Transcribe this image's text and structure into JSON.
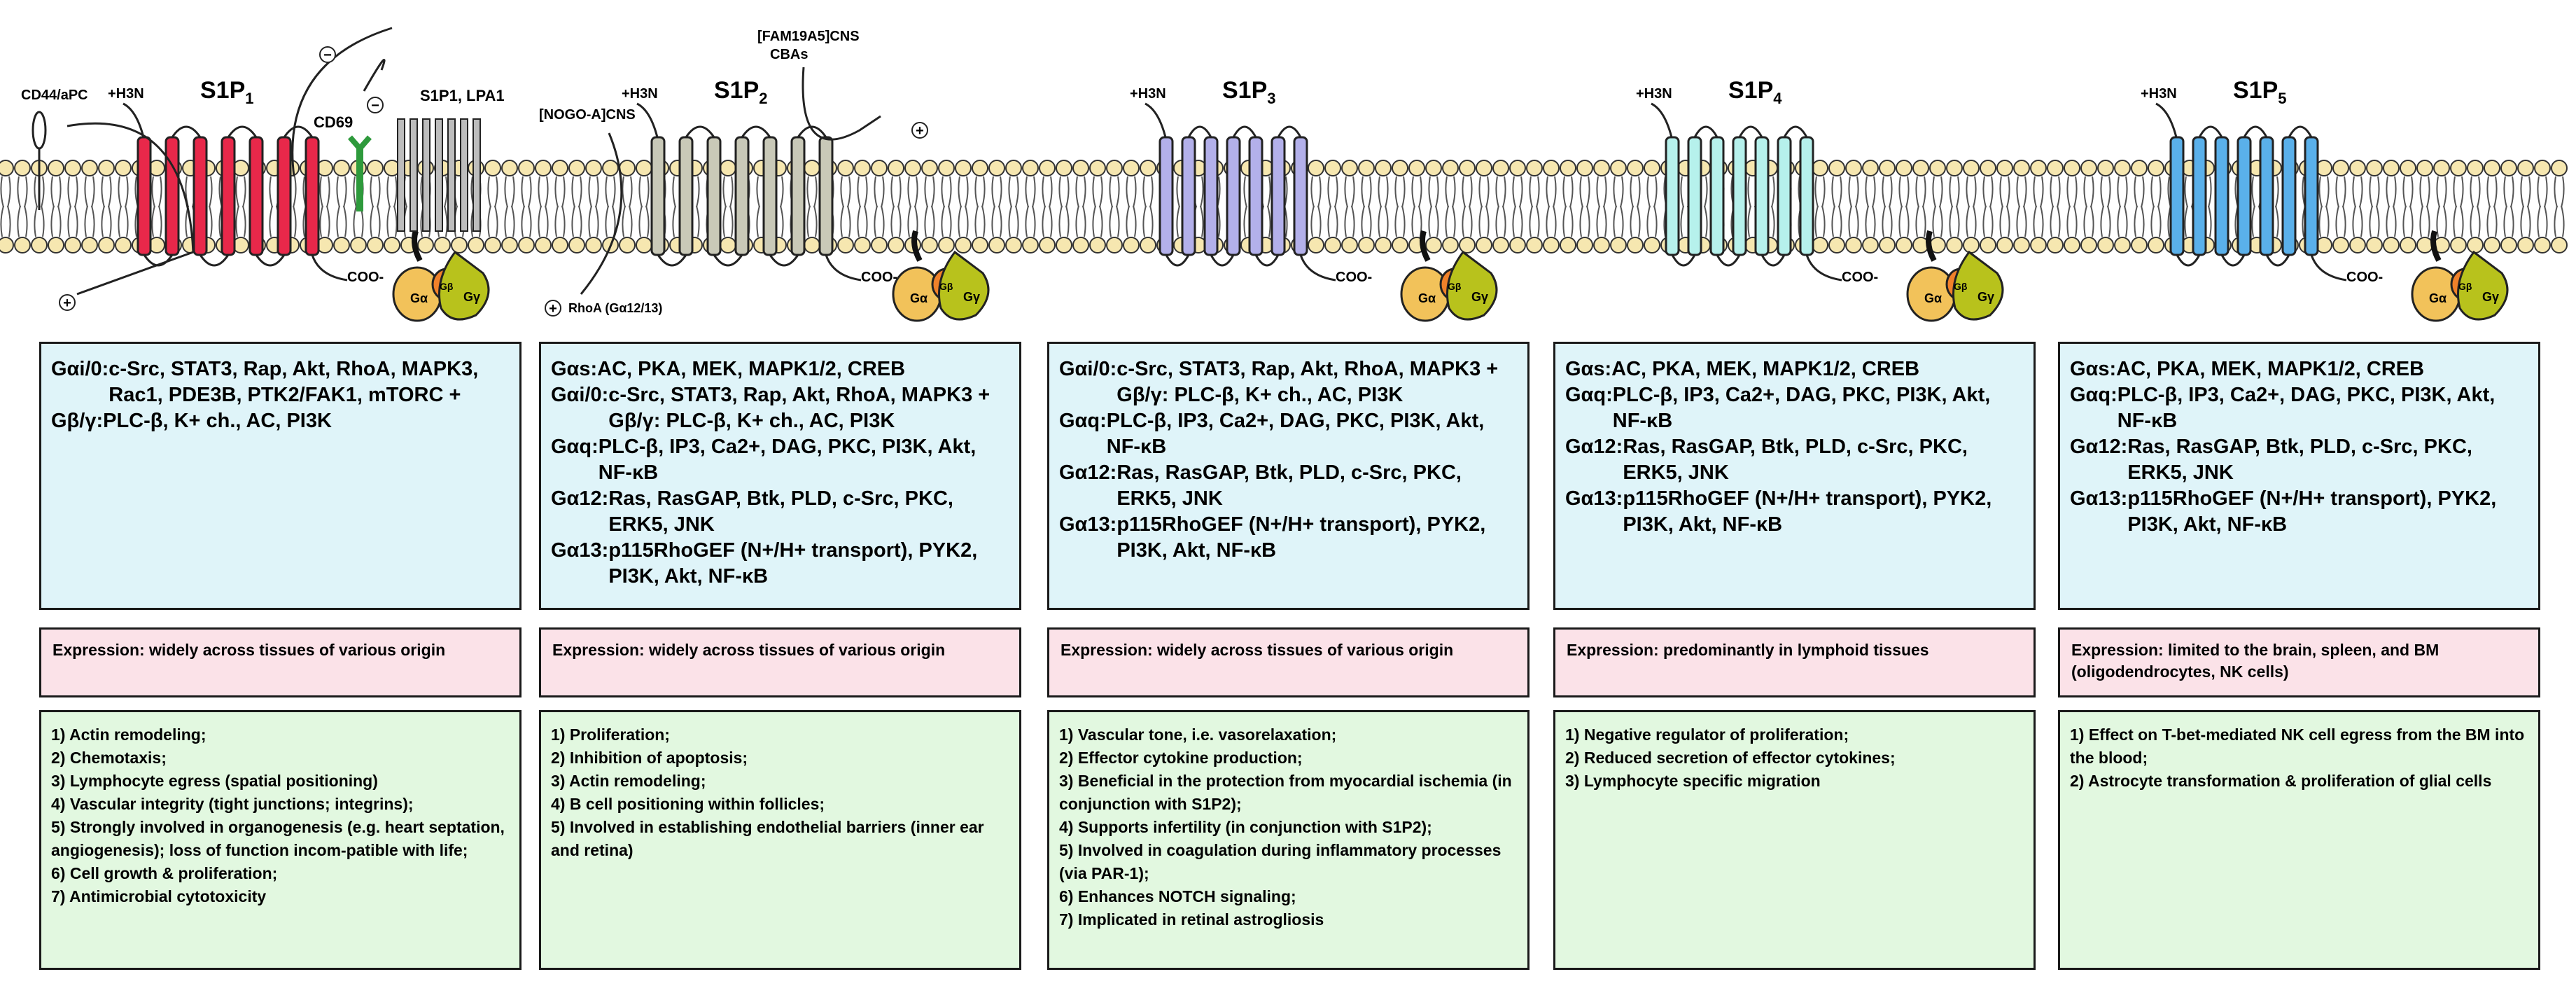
{
  "receptors": [
    {
      "name": "S1P",
      "sub": "1"
    },
    {
      "name": "S1P",
      "sub": "2"
    },
    {
      "name": "S1P",
      "sub": "3"
    },
    {
      "name": "S1P",
      "sub": "4"
    },
    {
      "name": "S1P",
      "sub": "5"
    }
  ],
  "colors": {
    "helix": [
      "#e8284a",
      "#c9c9b8",
      "#b3b0ea",
      "#b6f1ec",
      "#5ab0ea"
    ],
    "lipid_head": "#f6e7b0",
    "g_alpha": "#f2c25a",
    "g_beta": "#f0812a",
    "g_gamma": "#b8c21c",
    "cd69": "#2e9a3c"
  },
  "membrane_labels": {
    "nh3": "+H3N",
    "coo": "COO-",
    "g_alpha": "Gα",
    "g_beta": "Gβ",
    "g_gamma": "Gγ",
    "cd44": "CD44/aPC",
    "cd69": "CD69",
    "s1p1_ligands": "S1P1, LPA1",
    "minus_symbol": "−",
    "plus_symbol": "+",
    "nogo": "[NOGO-A]CNS",
    "rhoa": "RhoA (Gα12/13)",
    "fam19a5": "[FAM19A5]CNS",
    "cbas": "CBAs"
  },
  "signaling": [
    [
      {
        "key": "Gαi/0:",
        "value": "c-Src, STAT3, Rap, Akt, RhoA, MAPK3, Rac1, PDE3B, PTK2/FAK1, mTORC +"
      },
      {
        "key": "Gβ/γ:",
        "value": "PLC-β, K+ ch., AC, PI3K"
      }
    ],
    [
      {
        "key": "Gαs:",
        "value": "AC, PKA, MEK, MAPK1/2, CREB"
      },
      {
        "key": "Gαi/0:",
        "value": "c-Src, STAT3, Rap, Akt, RhoA, MAPK3 + Gβ/γ: PLC-β, K+ ch., AC, PI3K"
      },
      {
        "key": "Gαq:",
        "value": "PLC-β, IP3, Ca2+, DAG, PKC, PI3K, Akt, NF-κB"
      },
      {
        "key": "Gα12:",
        "value": "Ras, RasGAP, Btk, PLD, c-Src, PKC, ERK5, JNK"
      },
      {
        "key": "Gα13:",
        "value": "p115RhoGEF (N+/H+ transport), PYK2, PI3K, Akt, NF-κB"
      }
    ],
    [
      {
        "key": "Gαi/0:",
        "value": "c-Src, STAT3, Rap, Akt, RhoA, MAPK3 + Gβ/γ: PLC-β, K+ ch., AC, PI3K"
      },
      {
        "key": "Gαq:",
        "value": "PLC-β, IP3, Ca2+, DAG, PKC, PI3K, Akt, NF-κB"
      },
      {
        "key": "Gα12:",
        "value": "Ras, RasGAP, Btk, PLD, c-Src, PKC, ERK5, JNK"
      },
      {
        "key": "Gα13:",
        "value": "p115RhoGEF (N+/H+ transport), PYK2, PI3K, Akt, NF-κB"
      }
    ],
    [
      {
        "key": "Gαs:",
        "value": "AC, PKA, MEK, MAPK1/2, CREB"
      },
      {
        "key": "Gαq:",
        "value": "PLC-β, IP3, Ca2+, DAG, PKC, PI3K, Akt, NF-κB"
      },
      {
        "key": "Gα12:",
        "value": "Ras, RasGAP, Btk, PLD, c-Src, PKC, ERK5, JNK"
      },
      {
        "key": "Gα13:",
        "value": "p115RhoGEF (N+/H+ transport), PYK2, PI3K, Akt, NF-κB"
      }
    ],
    [
      {
        "key": "Gαs:",
        "value": "AC, PKA, MEK, MAPK1/2, CREB"
      },
      {
        "key": "Gαq:",
        "value": "PLC-β, IP3, Ca2+, DAG, PKC, PI3K, Akt, NF-κB"
      },
      {
        "key": "Gα12:",
        "value": "Ras, RasGAP, Btk, PLD, c-Src, PKC, ERK5, JNK"
      },
      {
        "key": "Gα13:",
        "value": "p115RhoGEF (N+/H+ transport), PYK2, PI3K, Akt, NF-κB"
      }
    ]
  ],
  "expression": [
    "Expression: widely across tissues of various origin",
    "Expression: widely across tissues of various origin",
    "Expression: widely across tissues of various origin",
    "Expression: predominantly in lymphoid tissues",
    "Expression: limited to the brain, spleen, and BM (oligodendrocytes, NK cells)"
  ],
  "functions": [
    [
      "1) Actin remodeling;",
      "2) Chemotaxis;",
      "3) Lymphocyte egress (spatial positioning)",
      "4) Vascular integrity (tight junctions; integrins);",
      "5) Strongly involved in organogenesis (e.g. heart septation, angiogenesis); loss of function incom-patible with life;",
      "6) Cell growth & proliferation;",
      "7) Antimicrobial cytotoxicity"
    ],
    [
      "1) Proliferation;",
      "2) Inhibition of apoptosis;",
      "3) Actin remodeling;",
      "4) B cell positioning within follicles;",
      "5) Involved in establishing endothelial barriers (inner ear and retina)"
    ],
    [
      "1) Vascular tone, i.e. vasorelaxation;",
      "2) Effector cytokine production;",
      "3) Beneficial in the protection from myocardial ischemia (in conjunction with S1P2);",
      "4) Supports infertility (in conjunction with S1P2);",
      "5) Involved in coagulation during inflammatory processes (via PAR-1);",
      "6) Enhances NOTCH signaling;",
      "7) Implicated in retinal astrogliosis"
    ],
    [
      "1) Negative regulator of proliferation;",
      "2) Reduced secretion of effector cytokines;",
      "3) Lymphocyte specific migration"
    ],
    [
      "1) Effect on T-bet-mediated NK cell egress from the BM into the blood;",
      "2) Astrocyte transformation & proliferation of glial cells"
    ]
  ]
}
